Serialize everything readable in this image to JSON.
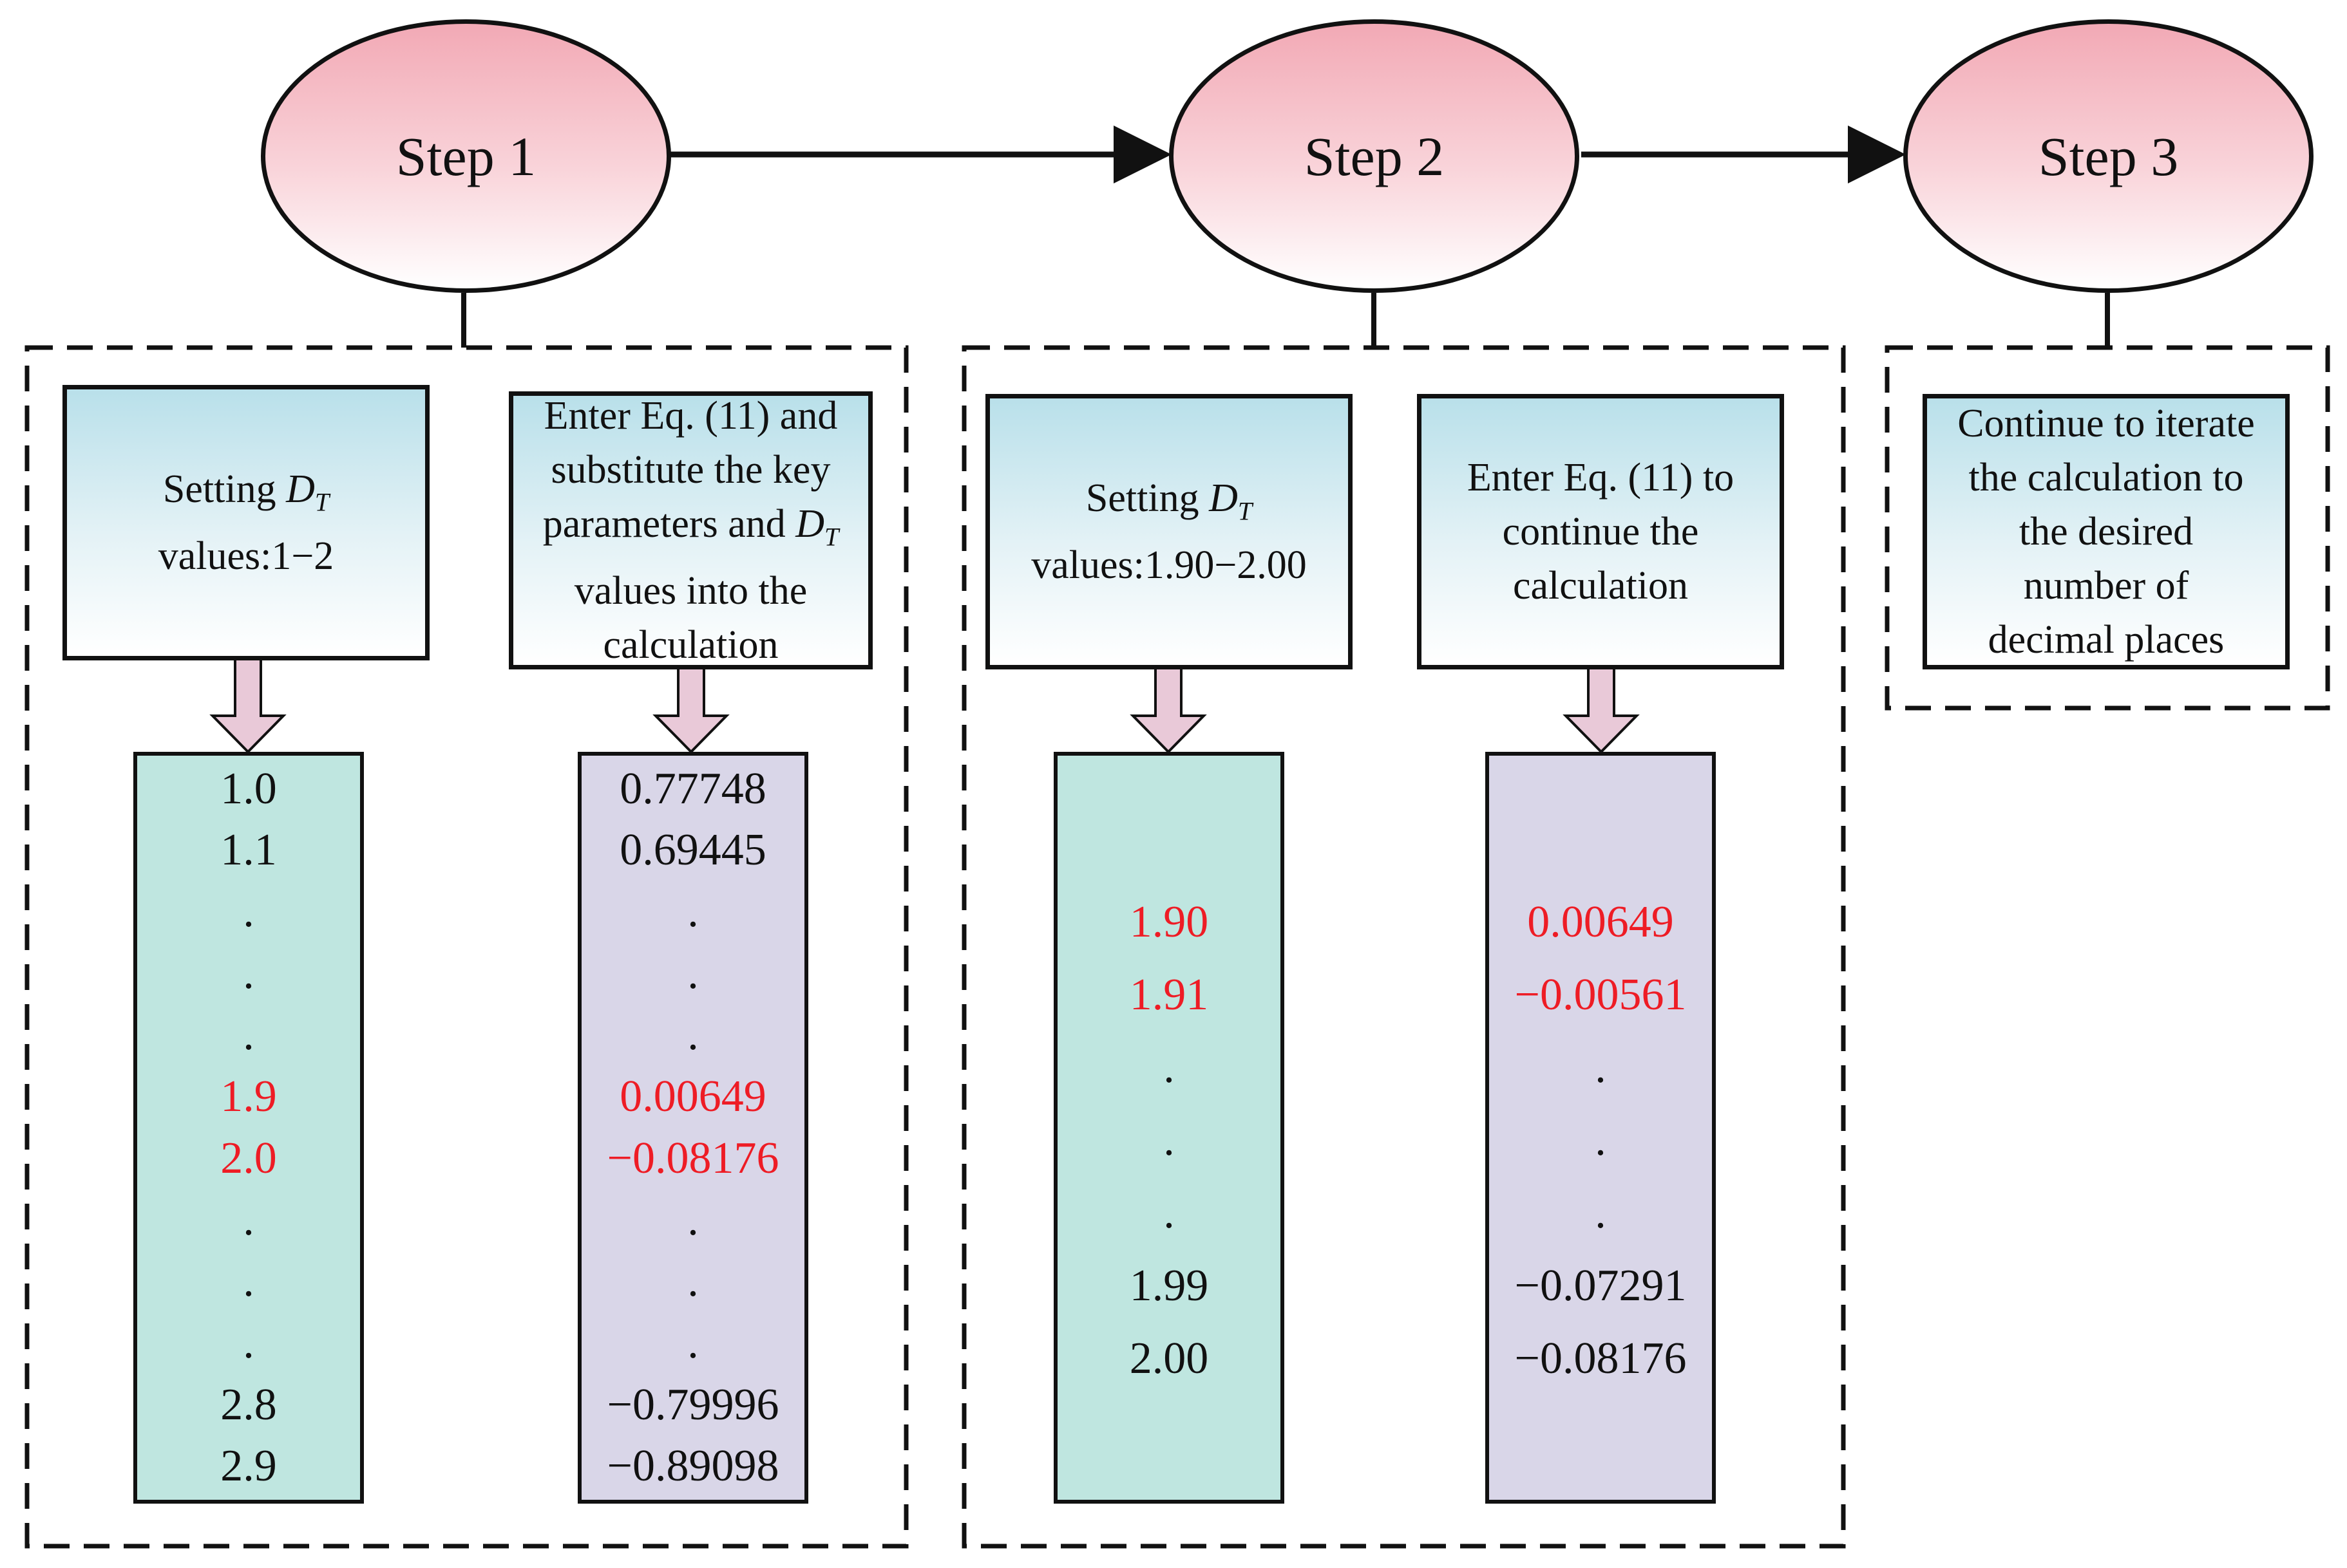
{
  "steps": [
    {
      "label": "Step 1"
    },
    {
      "label": "Step 2"
    },
    {
      "label": "Step 3"
    }
  ],
  "step1": {
    "setting_prefix": "Setting ",
    "setting_var": "D",
    "setting_sub": "T",
    "setting_values": "values:1−2",
    "calc_line1": "Enter Eq. (11) and",
    "calc_line2": "substitute the key",
    "calc_line3_prefix": "parameters and ",
    "calc_var": "D",
    "calc_sub": "T",
    "calc_line4": "values into the",
    "calc_line5": "calculation",
    "dt_values": [
      {
        "text": "1.0",
        "red": false
      },
      {
        "text": "1.1",
        "red": false
      },
      {
        "text": ".",
        "red": false
      },
      {
        "text": ".",
        "red": false
      },
      {
        "text": ".",
        "red": false
      },
      {
        "text": "1.9",
        "red": true
      },
      {
        "text": "2.0",
        "red": true
      },
      {
        "text": ".",
        "red": false
      },
      {
        "text": ".",
        "red": false
      },
      {
        "text": ".",
        "red": false
      },
      {
        "text": "2.8",
        "red": false
      },
      {
        "text": "2.9",
        "red": false
      }
    ],
    "result_values": [
      {
        "text": "0.77748",
        "red": false
      },
      {
        "text": "0.69445",
        "red": false
      },
      {
        "text": ".",
        "red": false
      },
      {
        "text": ".",
        "red": false
      },
      {
        "text": ".",
        "red": false
      },
      {
        "text": "0.00649",
        "red": true
      },
      {
        "text": "−0.08176",
        "red": true
      },
      {
        "text": ".",
        "red": false
      },
      {
        "text": ".",
        "red": false
      },
      {
        "text": ".",
        "red": false
      },
      {
        "text": "−0.79996",
        "red": false
      },
      {
        "text": "−0.89098",
        "red": false
      }
    ]
  },
  "step2": {
    "setting_prefix": "Setting ",
    "setting_var": "D",
    "setting_sub": "T",
    "setting_values": "values:1.90−2.00",
    "calc_line1": "Enter Eq. (11) to",
    "calc_line2": "continue the",
    "calc_line3": "calculation",
    "dt_values": [
      {
        "text": "1.90",
        "red": true
      },
      {
        "text": "1.91",
        "red": true
      },
      {
        "text": ".",
        "red": false
      },
      {
        "text": ".",
        "red": false
      },
      {
        "text": ".",
        "red": false
      },
      {
        "text": "1.99",
        "red": false
      },
      {
        "text": "2.00",
        "red": false
      }
    ],
    "result_values": [
      {
        "text": "0.00649",
        "red": true
      },
      {
        "text": "−0.00561",
        "red": true
      },
      {
        "text": ".",
        "red": false
      },
      {
        "text": ".",
        "red": false
      },
      {
        "text": ".",
        "red": false
      },
      {
        "text": "−0.07291",
        "red": false
      },
      {
        "text": "−0.08176",
        "red": false
      }
    ]
  },
  "step3": {
    "line1": "Continue to iterate",
    "line2": "the calculation to",
    "line3": "the desired",
    "line4": "number of",
    "line5": "decimal places"
  },
  "colors": {
    "node_fill": "#f2a9b5",
    "header_fill": "#b9e0ea",
    "green_col": "#bfe6e0",
    "purple_col": "#d9d6e8",
    "highlight": "#ee1c25"
  }
}
